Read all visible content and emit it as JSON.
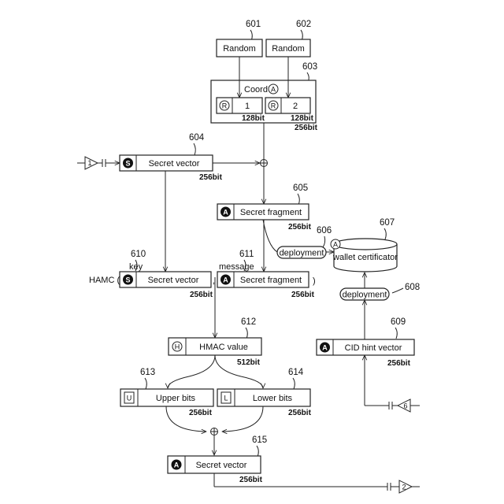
{
  "refs": {
    "r601": "601",
    "r602": "602",
    "r603": "603",
    "r604": "604",
    "r605": "605",
    "r606": "606",
    "r607": "607",
    "r608": "608",
    "r609": "609",
    "r610": "610",
    "r611": "611",
    "r612": "612",
    "r613": "613",
    "r614": "614",
    "r615": "615"
  },
  "random1": "Random",
  "random2": "Random",
  "coord": {
    "title": "Coord",
    "badge": "A",
    "cell1_badge": "R",
    "cell1_value": "1",
    "cell1_bits": "128bit",
    "cell2_badge": "R",
    "cell2_value": "2",
    "cell2_bits": "128bit",
    "total_bits": "256bit"
  },
  "connectors": {
    "in1": "1",
    "in6": "6",
    "out2": "2"
  },
  "secret_vector_604": {
    "badge": "S",
    "label": "Secret vector",
    "bits": "256bit"
  },
  "secret_fragment_605": {
    "badge": "A",
    "label": "Secret fragment",
    "bits": "256bit"
  },
  "deployment_606": "deployment",
  "wallet_607": {
    "badge": "A",
    "label": "wallet certificator"
  },
  "deployment_608": "deployment",
  "cid_609": {
    "badge": "A",
    "label": "CID hint vector",
    "bits": "256bit"
  },
  "hamc": {
    "prefix": "HAMC (",
    "comma": ",",
    "close": ")",
    "key_label": "key",
    "message_label": "message",
    "key": {
      "badge": "S",
      "label": "Secret vector",
      "bits": "256bit"
    },
    "message": {
      "badge": "A",
      "label": "Secret fragment",
      "bits": "256bit"
    }
  },
  "hmac_612": {
    "badge": "H",
    "label": "HMAC value",
    "bits": "512bit"
  },
  "upper_613": {
    "badge": "U",
    "label": "Upper bits",
    "bits": "256bit"
  },
  "lower_614": {
    "badge": "L",
    "label": "Lower bits",
    "bits": "256bit"
  },
  "secret_vector_615": {
    "badge": "A",
    "label": "Secret vector",
    "bits": "256bit"
  }
}
